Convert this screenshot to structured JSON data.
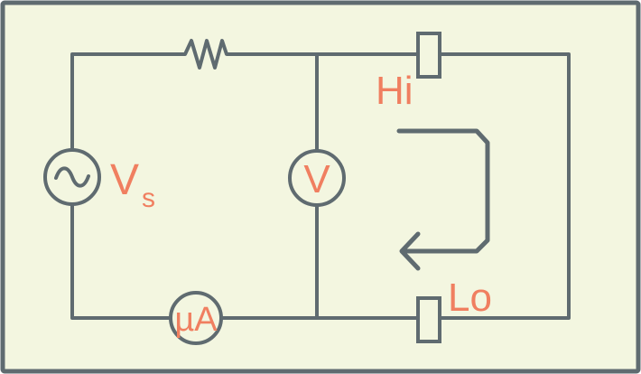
{
  "colors": {
    "background": "#f3f6e0",
    "border": "#5f6b70",
    "wire": "#5f6b70",
    "label": "#f07f60"
  },
  "labels": {
    "source_v": "V",
    "source_sub": "s",
    "voltmeter": "V",
    "ammeter": "µA",
    "hi": "Hi",
    "lo": "Lo"
  },
  "icons": {
    "source": "ac-sine-icon",
    "arrow": "loop-arrow-icon",
    "resistor": "resistor-zigzag-icon"
  }
}
